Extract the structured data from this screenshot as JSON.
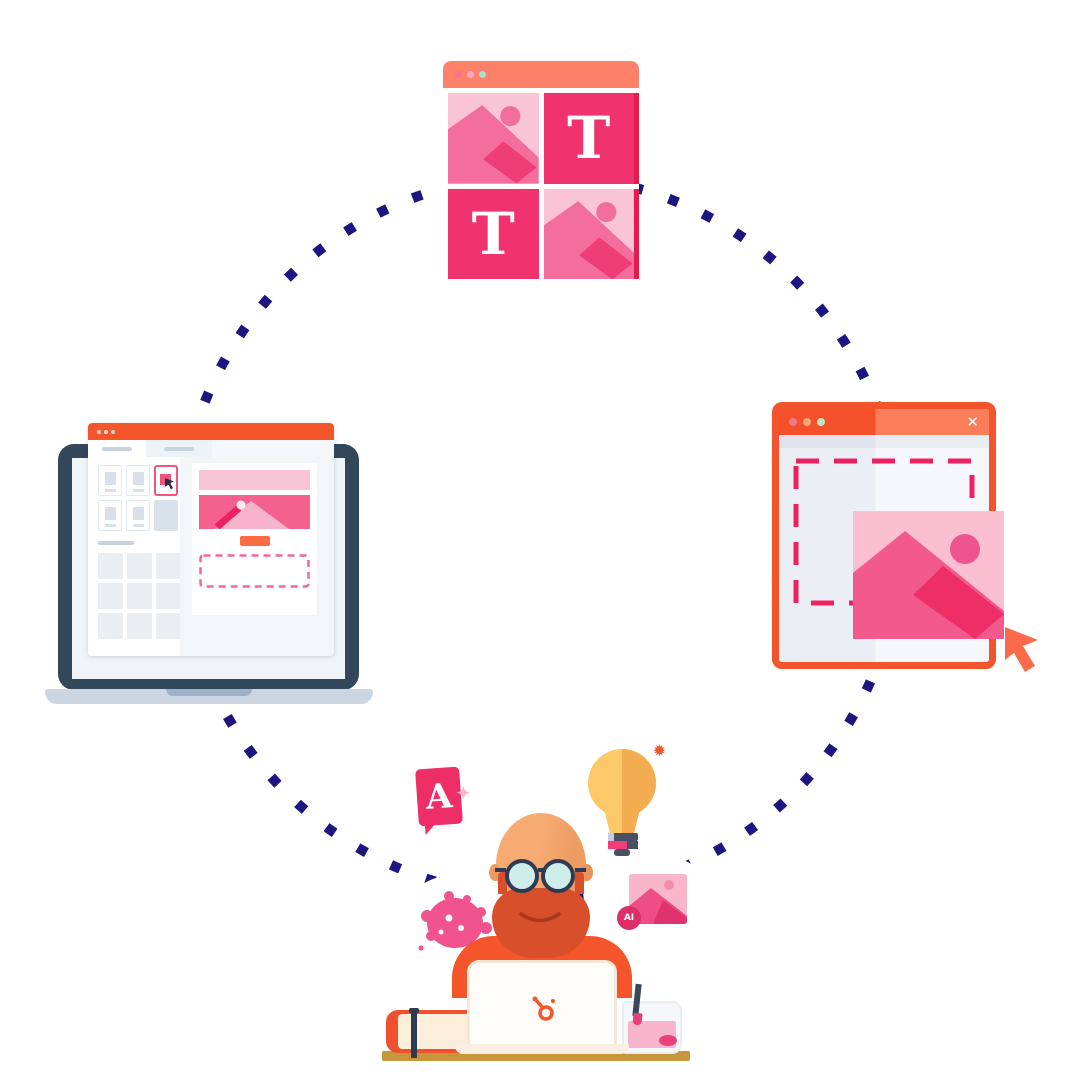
{
  "scene": {
    "background": "#FFFFFF",
    "dotted_circle_color": "#1D1680",
    "description": "Circular design-workflow illustration: template browser, design editor laptop, asset drag window, designer at desk"
  },
  "template_browser": {
    "header_color": "#FC8168",
    "traffic_dots": [
      "#F2748F",
      "#F9A9BE",
      "#A9DFCF"
    ],
    "tiles": [
      {
        "type": "image-tile"
      },
      {
        "type": "text-tile",
        "label": "T"
      },
      {
        "type": "text-tile",
        "label": "T"
      },
      {
        "type": "image-tile"
      }
    ],
    "colors": {
      "text_tile": "#F0336E",
      "image_tile_bg": "#FAC4D7",
      "image_glyph": "#F46E9D",
      "image_glyph_dark": "#EE3D77",
      "edge_shadow": "#E8194B"
    }
  },
  "editor_laptop": {
    "frame_color": "#33475B",
    "base_color": "#CBD6E2",
    "app_header_color": "#F4552A",
    "traffic_dots": [
      "#FFD3C4",
      "#FFE4DC",
      "#B9E2CE"
    ],
    "canvas": {
      "hero_band_color": "#F9C3D6",
      "image_block_color": "#F4618F",
      "button_color": "#FB6C41",
      "placeholder_border_color": "#F2679A"
    },
    "selected_thumbnail_border": "#F2557F"
  },
  "asset_window": {
    "border_color": "#F4542C",
    "header_left_color": "#F4502A",
    "header_right_color": "#FB7E5B",
    "traffic_dots": [
      "#F2778C",
      "#F4A878",
      "#BFE4CA"
    ],
    "close_label": "✕",
    "selection_dash_color": "#ED2160",
    "image_card_bg": "#FAC0D2",
    "cursor_color": "#FB6B4A"
  },
  "designer": {
    "skin_color": "#F2A36B",
    "beard_color": "#D8502B",
    "shirt_color": "#F4552A",
    "desk_color": "#C8953B",
    "font_icon": {
      "letter": "A",
      "star": "✦",
      "tile_color": "#ED2E67"
    },
    "bulb": {
      "sparkle": "✹",
      "left_color": "#FDC968",
      "right_color": "#F3AC50",
      "pink_band": "#F23B78",
      "dark_band": "#475064"
    },
    "ink_icon": {
      "splash_color": "#F1538C"
    },
    "ai_icon": {
      "badge_label": "AI",
      "badge_color": "#DD2E69",
      "tile_color": "#F9B6CB"
    },
    "laptop_logo": "hubspot-sprocket"
  }
}
